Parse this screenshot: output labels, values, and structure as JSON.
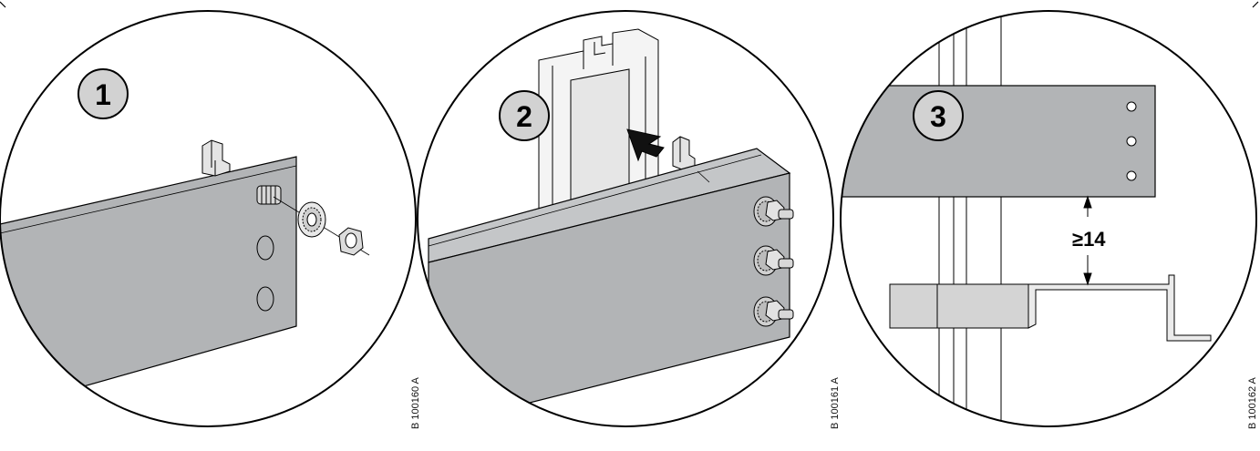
{
  "panels": [
    {
      "step": "1",
      "ref_code": "B 100160 A"
    },
    {
      "step": "2",
      "ref_code": "B 100161 A"
    },
    {
      "step": "3",
      "ref_code": "B 100162 A",
      "dimension": "≥14"
    }
  ],
  "colors": {
    "panel_gray": "#b2b4b6",
    "badge_fill": "#d2d2d2",
    "line": "#000000",
    "profile_light": "#f4f4f4"
  }
}
